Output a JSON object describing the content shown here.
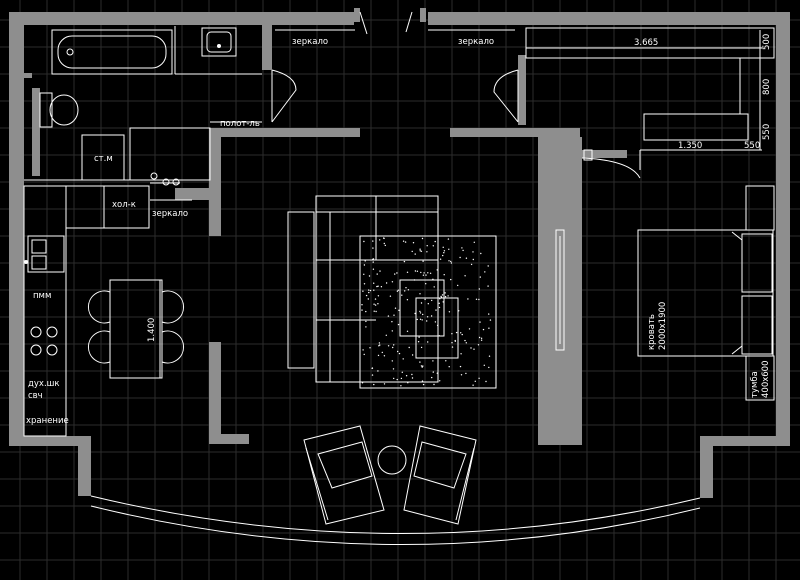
{
  "labels": {
    "mirror_hall_left": "зеркало",
    "mirror_hall_right": "зеркало",
    "mirror_kitchen": "зеркало",
    "towel_rail": "полот-ль",
    "washing_machine": "ст.м",
    "fridge": "хол-к",
    "dishwasher": "пмм",
    "oven_microwave_1": "дух.шк",
    "oven_microwave_2": "свч",
    "storage": "хранение",
    "bed_1": "кровать",
    "bed_2": "2000х1900",
    "nightstand_1": "тумба",
    "nightstand_2": "400х600"
  },
  "dimensions": {
    "wardrobe_length": "3.665",
    "wardrobe_depth": "500",
    "wardrobe_side": "800",
    "wardrobe_bottom_depth": "550",
    "wardrobe_bottom_length": "1.350",
    "wardrobe_bottom_right": "550",
    "table_length": "1.400"
  },
  "colors": {
    "background": "#000000",
    "grid": "#2c2c2c",
    "wall": "#8e8e8e",
    "line": "#ffffff"
  }
}
